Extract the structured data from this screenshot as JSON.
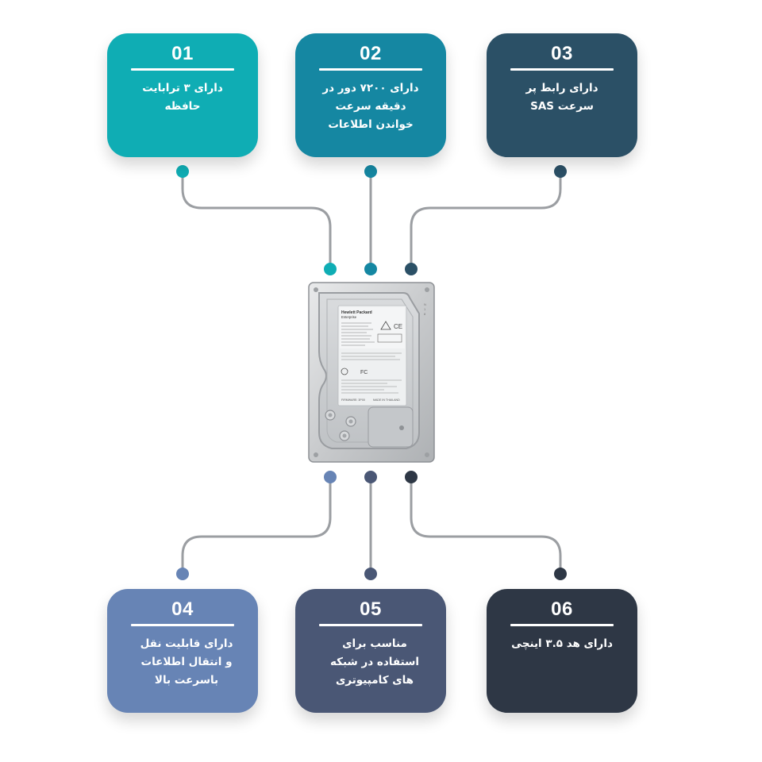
{
  "colors": {
    "card_01": "#0fadb4",
    "card_02": "#1587a2",
    "card_03": "#2b5066",
    "card_04": "#6784b5",
    "card_05": "#4a5775",
    "card_06": "#2e3745",
    "line": "#9b9ea2"
  },
  "cards": [
    {
      "number": "01",
      "text": "دارای ۳ ترابایت حافظه"
    },
    {
      "number": "02",
      "text": "دارای ۷۲۰۰ دور در دقیقه سرعت خواندن اطلاعات"
    },
    {
      "number": "03",
      "text": "دارای رابط پر سرعت SAS"
    },
    {
      "number": "04",
      "text": "دارای قابلیت نقل و انتقال اطلاعات باسرعت بالا"
    },
    {
      "number": "05",
      "text": "مناسب برای استفاده در شبکه های کامپیوتری"
    },
    {
      "number": "06",
      "text": "دارای هد ۳.۵ اینچی"
    }
  ],
  "drive_label": {
    "brand": "Hewlett Packard",
    "sub": "Enterprise",
    "origin": "MADE IN THAILAND",
    "firmware": "FIRMWARE: 3P00"
  }
}
